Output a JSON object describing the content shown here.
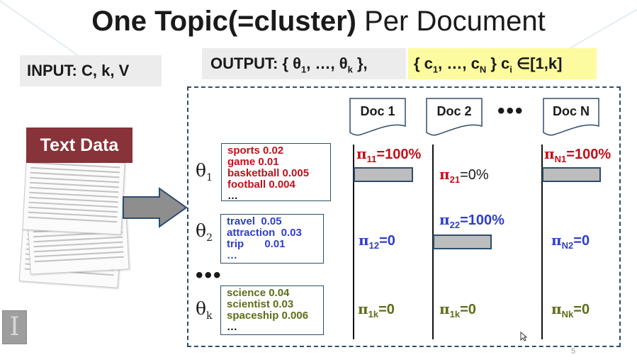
{
  "title": {
    "bold": "One Topic(=cluster)",
    "rest": " Per Document"
  },
  "input": {
    "text": "INPUT:  C, k, V"
  },
  "output": {
    "prefix": "OUTPUT: { θ",
    "s1": "1",
    "mid": ", …, θ",
    "sk": "k",
    "suffix": " },"
  },
  "clusters": {
    "prefix": "{ c",
    "s1": "1",
    "mid": ", …, c",
    "sN": "N",
    "end": " } c",
    "si": "i",
    "range": " ∈[1,k]"
  },
  "text_data": "Text Data",
  "topics": [
    {
      "theta": "θ",
      "sub": "1",
      "color": "#c0101b",
      "lines": [
        "sports  0.02",
        "game  0.01",
        "basketball 0.005",
        "football  0.004",
        "…"
      ]
    },
    {
      "theta": "θ",
      "sub": "2",
      "color": "#2e3fc9",
      "lines": [
        "travel  0.05",
        "attraction  0.03",
        "trip       0.01",
        "…"
      ]
    },
    {
      "theta": "θ",
      "sub": "k",
      "color": "#5c6e18",
      "lines": [
        "science  0.04",
        "scientist  0.03",
        "spaceship 0.006",
        "…"
      ]
    }
  ],
  "topic_ellipsis": "•••",
  "docs": [
    "Doc 1",
    "Doc 2",
    "Doc N"
  ],
  "doc_ellipsis": "•••",
  "pis": [
    {
      "g": "π",
      "sub": "11",
      "val": "=100%"
    },
    {
      "g": "π",
      "sub": "21",
      "val": "=0%"
    },
    {
      "g": "π",
      "sub": "N1",
      "val": "=100%"
    },
    {
      "g": "π",
      "sub": "12",
      "val": "=0"
    },
    {
      "g": "π",
      "sub": "22",
      "val": "=100%"
    },
    {
      "g": "π",
      "sub": "N2",
      "val": "=0"
    },
    {
      "g": "π",
      "sub": "1k",
      "val": "=0"
    },
    {
      "g": "π",
      "sub": "1k",
      "val": "=0"
    },
    {
      "g": "π",
      "sub": "Nk",
      "val": "=0"
    }
  ],
  "logo": "I",
  "page_number": "5"
}
